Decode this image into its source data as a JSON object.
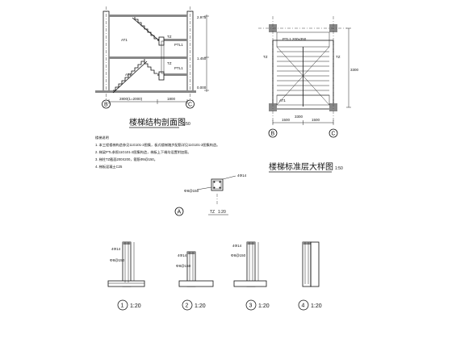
{
  "titles": {
    "section": "楼梯结构剖面图",
    "section_scale": "1:50",
    "plan": "楼梯标准层大样图",
    "plan_scale": "1:50",
    "tz": "TZ",
    "tz_scale": "1:20"
  },
  "axes": {
    "b1": "B",
    "c1": "C",
    "b2": "B",
    "c2": "C",
    "a": "A",
    "d1": "1",
    "d2": "2",
    "d3": "3",
    "d4": "4",
    "d1s": "1:20",
    "d2s": "1:20",
    "d3s": "1:20",
    "d4s": "1:20"
  },
  "notes": {
    "heading": "楼梯说明",
    "l1": "1. 本工程楼梯构造参见11G101-2图集，板式楼梯踏步配筋详见11G101-2图集构造。",
    "l2": "2. 梯梁PTL参照11G101-2图集构造，梯板上下端均设置附加筋。",
    "l3": "3. 梯柱TZ截面200X200，箍筋Φ8@150。",
    "l4": "4. 梯板混凝土C25"
  },
  "section_labels": {
    "at1a": "AT1",
    "at1b": "AT1",
    "tz1": "TZ",
    "tz2": "TZ",
    "ptl1": "PTL1",
    "ptl2": "PTL1",
    "dim_bottom": "2800(1=2000)",
    "dim_right": "1800",
    "lv1": "2.975",
    "lv2": "1.450",
    "lv3": "0.000"
  },
  "plan_labels": {
    "tz_l": "TZ",
    "tz_r": "TZ",
    "ptl_top": "PTL1 200x350",
    "at1": "AT1",
    "dim_b1": "1500",
    "dim_b2": "1500",
    "dim_total": "3300",
    "dim_right": "3300"
  },
  "tz_detail": {
    "rebar_top": "4Φ14",
    "rebar_side": "Φ8@150"
  }
}
